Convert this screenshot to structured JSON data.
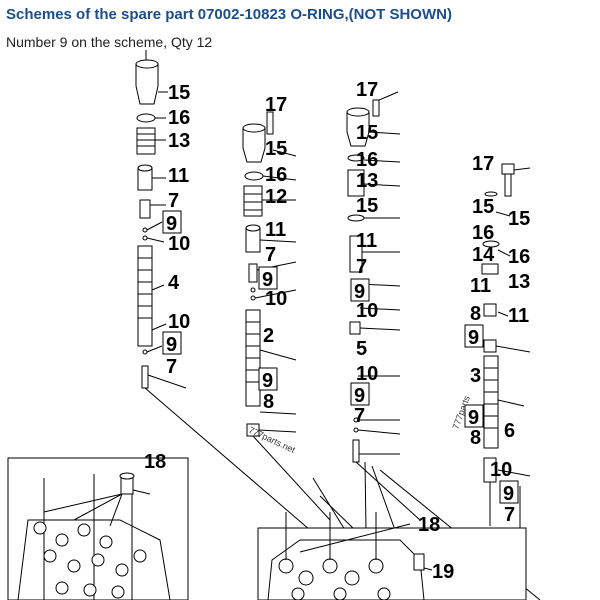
{
  "header": {
    "title": "Schemes of the spare part 07002-10823 O-RING,(NOT SHOWN)",
    "subtitle": "Number 9 on the scheme, Qty 12"
  },
  "diagram": {
    "highlight_number": "9",
    "labels": {
      "c1_15": "15",
      "c1_16": "16",
      "c1_13": "13",
      "c1_11": "11",
      "c1_7a": "7",
      "c1_10a": "10",
      "c1_4": "4",
      "c1_10b": "10",
      "c1_7b": "7",
      "c2_17": "17",
      "c2_15": "15",
      "c2_16": "16",
      "c2_12": "12",
      "c2_11": "11",
      "c2_7": "7",
      "c2_10": "10",
      "c2_2": "2",
      "c2_8": "8",
      "c3_17": "17",
      "c3_15a": "15",
      "c3_16": "16",
      "c3_13": "13",
      "c3_15b": "15",
      "c3_11": "11",
      "c3_7a": "7",
      "c3_10a": "10",
      "c3_5": "5",
      "c3_10b": "10",
      "c3_7b": "7",
      "c4_17": "17",
      "c4_15a": "15",
      "c4_15b": "15",
      "c4_16a": "16",
      "c4_14": "14",
      "c4_16b": "16",
      "c4_11a": "11",
      "c4_13": "13",
      "c4_8a": "8",
      "c4_11b": "11",
      "c4_3": "3",
      "c4_8b": "8",
      "c4_6": "6",
      "c4_10": "10",
      "c4_7": "7",
      "b_18a": "18",
      "b_18b": "18",
      "b_19": "19"
    },
    "watermark_a": "777parts.net",
    "watermark_b": "777parts"
  }
}
